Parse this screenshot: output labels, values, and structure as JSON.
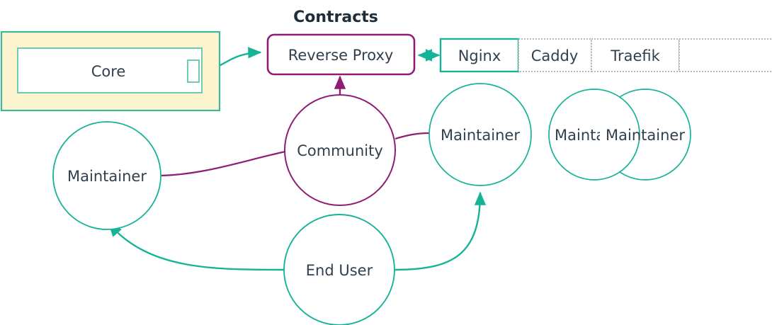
{
  "diagram": {
    "title": "Contracts",
    "colors": {
      "teal": "#16b398",
      "teal_soft": "#4fc0a5",
      "purple": "#8e1d73",
      "text": "#32404e",
      "title_text": "#1f2d3a",
      "core_fill": "#fcf3cf",
      "dotted_gray": "#9aa0a6",
      "white": "#ffffff"
    },
    "nodes": {
      "core": {
        "label": "Core",
        "port_name": "core-port"
      },
      "reverse_proxy": {
        "label": "Reverse Proxy"
      },
      "community": {
        "label": "Community"
      },
      "end_user": {
        "label": "End User"
      },
      "maintainer_left": {
        "label": "Maintainer"
      },
      "maintainer_stack": [
        {
          "label": "Maintainer"
        },
        {
          "label": "Maintainer"
        },
        {
          "label": "Maintainer"
        }
      ]
    },
    "proxy_options": {
      "selected": "Nginx",
      "cells": [
        {
          "label": "Nginx",
          "selected": true
        },
        {
          "label": "Caddy",
          "selected": false
        },
        {
          "label": "Traefik",
          "selected": false
        },
        {
          "label": "",
          "selected": false
        }
      ]
    },
    "edges": [
      {
        "name": "core-to-reverse-proxy",
        "from": "Core",
        "to": "Reverse Proxy",
        "color": "#16b398",
        "arrow": "single"
      },
      {
        "name": "reverse-proxy-to-nginx",
        "from": "Reverse Proxy",
        "to": "Nginx",
        "color": "#16b398",
        "arrow": "double"
      },
      {
        "name": "community-to-reverse-proxy",
        "from": "Community",
        "to": "Reverse Proxy",
        "color": "#8e1d73",
        "arrow": "single"
      },
      {
        "name": "community-to-maintainer-left",
        "from": "Community",
        "to": "Maintainer",
        "color": "#8e1d73",
        "arrow": "none"
      },
      {
        "name": "community-to-maintainer-right",
        "from": "Community",
        "to": "Maintainer",
        "color": "#8e1d73",
        "arrow": "none"
      },
      {
        "name": "end-user-to-maintainer-left",
        "from": "End User",
        "to": "Maintainer",
        "color": "#16b398",
        "arrow": "single"
      },
      {
        "name": "end-user-to-maintainer-right",
        "from": "End User",
        "to": "Maintainer",
        "color": "#16b398",
        "arrow": "single"
      }
    ]
  }
}
